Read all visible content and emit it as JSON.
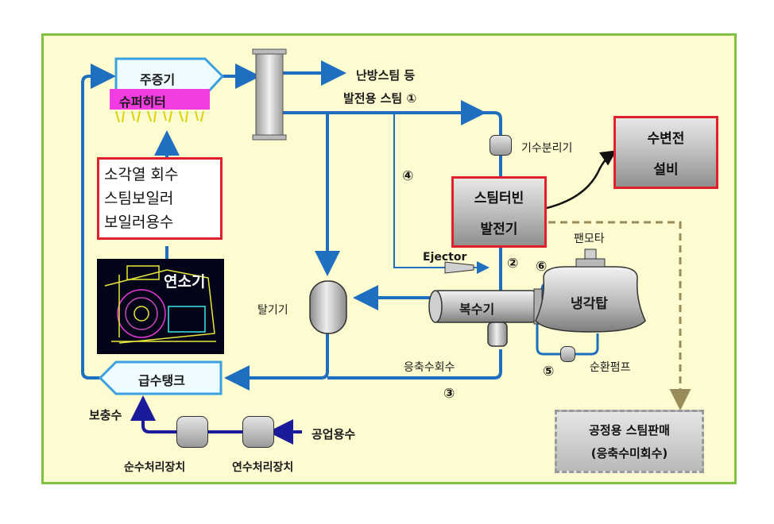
{
  "superheater_label": "주증기",
  "superheater_sub": "슈퍼히터",
  "heating_steam": "난방스팀 등",
  "power_steam": "발전용 스팀 ①",
  "separator": "기수분리기",
  "substation": [
    "수변전",
    "설비"
  ],
  "steam_turbine": [
    "스팀터빈",
    "발전기"
  ],
  "circle4": "④",
  "ejector": "Ejector",
  "circle2": "②",
  "circle6": "⑥",
  "fan_motor": "팬모타",
  "cooling_tower": "냉각탑",
  "condenser": "복수기",
  "deaerator": "탈기기",
  "condensate_return": "응축수회수",
  "circle5": "⑤",
  "circ_pump": "순환펌프",
  "circle3": "③",
  "boiler_box": [
    "소각열 회수",
    "스팀보일러",
    "보일러용수"
  ],
  "incinerator": "연소기",
  "feed_tank": "급수탱크",
  "makeup_water": "보충수",
  "industrial_water": "공업용수",
  "pure_water": "순수처리장치",
  "soft_water": "연수처리장치",
  "process_steam": [
    "공정용 스팀판매",
    "(응축수미회수)"
  ],
  "colors": {
    "pipe_blue": "#1f6fc0",
    "makeup_navy": "#1a1a9a",
    "dash_olive": "#9a8c5a",
    "frame_green": "#7fc241",
    "bg_yellow": "#fdfbd0",
    "red_border": "#e0202a",
    "superheater_fill": "#f03ce0"
  }
}
